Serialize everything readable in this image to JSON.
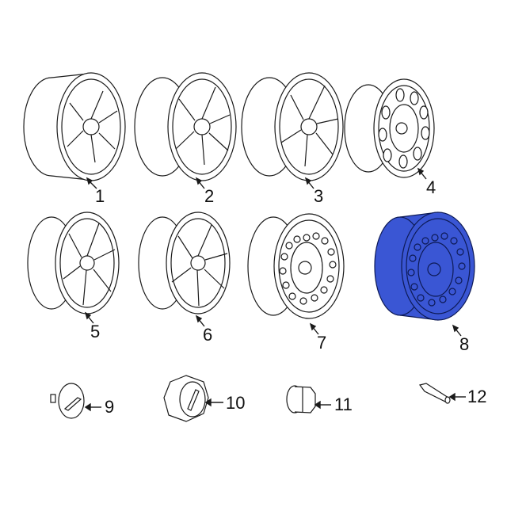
{
  "diagram": {
    "type": "exploded parts diagram",
    "subject": "Wheels & components",
    "highlight_color": "#3a56d4",
    "line_color": "#1a1a1a",
    "parts": [
      {
        "callout": "1",
        "name": "Alloy wheel (design A)",
        "highlighted": false
      },
      {
        "callout": "2",
        "name": "Alloy wheel (design B)",
        "highlighted": false
      },
      {
        "callout": "3",
        "name": "Alloy wheel (design C)",
        "highlighted": false
      },
      {
        "callout": "4",
        "name": "Steel wheel (oval holes)",
        "highlighted": false
      },
      {
        "callout": "5",
        "name": "Alloy wheel (design D)",
        "highlighted": false
      },
      {
        "callout": "6",
        "name": "Alloy wheel (design E)",
        "highlighted": false
      },
      {
        "callout": "7",
        "name": "Steel wheel (round holes)",
        "highlighted": false
      },
      {
        "callout": "8",
        "name": "Steel wheel (spare)",
        "highlighted": true
      },
      {
        "callout": "9",
        "name": "Center cap",
        "highlighted": false
      },
      {
        "callout": "10",
        "name": "Center cap (spoked)",
        "highlighted": false
      },
      {
        "callout": "11",
        "name": "Lug nut",
        "highlighted": false
      },
      {
        "callout": "12",
        "name": "Valve stem",
        "highlighted": false
      }
    ]
  }
}
